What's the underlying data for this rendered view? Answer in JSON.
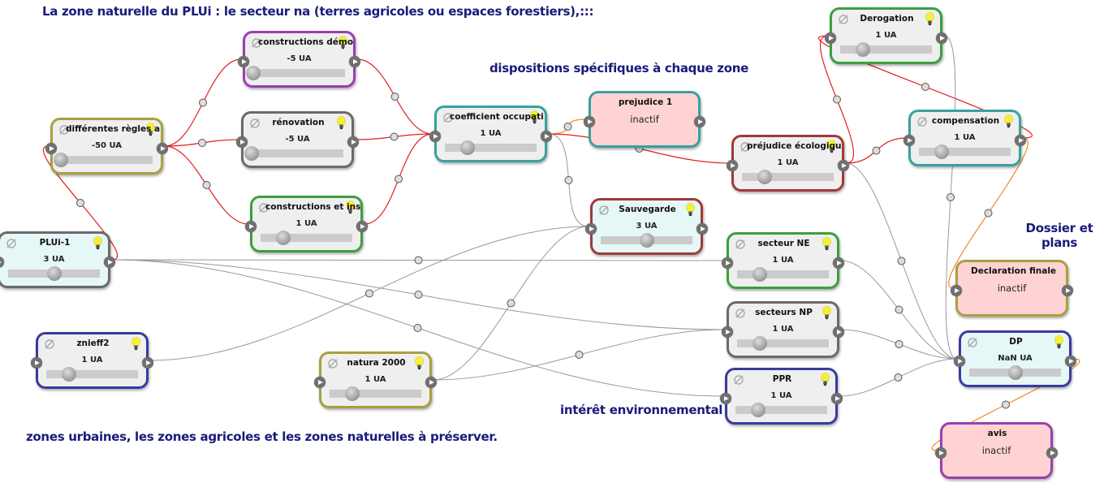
{
  "labels": {
    "top_title": "La zone naturelle du PLUi : le secteur na (terres agricoles ou espaces forestiers),:::",
    "dispositions": "dispositions spécifiques à chaque zone",
    "dossier_line1": "Dossier et",
    "dossier_line2": "plans",
    "interet": "intérêt environnemental",
    "zones": "zones urbaines, les zones agricoles et les zones naturelles à préserver."
  },
  "colors": {
    "label_text": "#1a1a7a",
    "wire_red": "#e02020",
    "wire_gray": "#999999",
    "wire_orange": "#f08a20",
    "inactive_bg": "#ffd3d3",
    "light_bg": "#e6f7f7"
  },
  "nodes": [
    {
      "id": "constructions-demont",
      "title": "constructions démont",
      "value": "-5 UA",
      "slider": 0.0,
      "border": "#9b3fb0",
      "status": "active",
      "bg": "gray"
    },
    {
      "id": "differentes-regles",
      "title": "différentes règles a",
      "value": "-50 UA",
      "slider": 0.0,
      "border": "#a8a040",
      "status": "active",
      "bg": "gray"
    },
    {
      "id": "renovation",
      "title": "rénovation",
      "value": "-5 UA",
      "slider": 0.0,
      "border": "#6a6a6a",
      "status": "active",
      "bg": "gray"
    },
    {
      "id": "constructions-ins",
      "title": "constructions et ins",
      "value": "1 UA",
      "slider": 0.25,
      "border": "#3aa040",
      "status": "active",
      "bg": "gray"
    },
    {
      "id": "plui-1",
      "title": "PLUi-1",
      "value": "3 UA",
      "slider": 0.5,
      "border": "#6a6a6a",
      "status": "active",
      "bg": "light"
    },
    {
      "id": "coefficient",
      "title": "coefficient occupati",
      "value": "1 UA",
      "slider": 0.25,
      "border": "#3aa0a0",
      "status": "active",
      "bg": "gray"
    },
    {
      "id": "prejudice-1",
      "title": "prejudice 1",
      "value": "inactif",
      "border": "#3aa0a0",
      "status": "inactive",
      "bg": "pink"
    },
    {
      "id": "sauvegarde",
      "title": "Sauvegarde",
      "value": "3 UA",
      "slider": 0.5,
      "border": "#a03a3a",
      "status": "active",
      "bg": "light"
    },
    {
      "id": "prejudice-eco",
      "title": "préjudice écologiqu",
      "value": "1 UA",
      "slider": 0.25,
      "border": "#a03a3a",
      "status": "active",
      "bg": "gray"
    },
    {
      "id": "derogation",
      "title": "Derogation",
      "value": "1 UA",
      "slider": 0.25,
      "border": "#3aa040",
      "status": "active",
      "bg": "gray"
    },
    {
      "id": "compensation",
      "title": "compensation",
      "value": "1 UA",
      "slider": 0.25,
      "border": "#3aa0a0",
      "status": "active",
      "bg": "gray"
    },
    {
      "id": "secteur-ne",
      "title": "secteur NE",
      "value": "1 UA",
      "slider": 0.25,
      "border": "#3aa040",
      "status": "active",
      "bg": "gray"
    },
    {
      "id": "secteurs-np",
      "title": "secteurs NP",
      "value": "1 UA",
      "slider": 0.25,
      "border": "#6a6a6a",
      "status": "active",
      "bg": "gray"
    },
    {
      "id": "ppr",
      "title": "PPR",
      "value": "1 UA",
      "slider": 0.25,
      "border": "#3a3aa0",
      "status": "active",
      "bg": "gray"
    },
    {
      "id": "znieff2",
      "title": "znieff2",
      "value": "1 UA",
      "slider": 0.25,
      "border": "#3a3aa0",
      "status": "active",
      "bg": "gray"
    },
    {
      "id": "natura-2000",
      "title": "natura 2000",
      "value": "1 UA",
      "slider": 0.25,
      "border": "#a8a040",
      "status": "active",
      "bg": "gray"
    },
    {
      "id": "declaration-finale",
      "title": "Declaration finale",
      "value": "inactif",
      "border": "#a8a040",
      "status": "inactive",
      "bg": "pink"
    },
    {
      "id": "dp",
      "title": "DP",
      "value": "NaN UA",
      "slider": 0.5,
      "border": "#3a3aa0",
      "status": "active",
      "bg": "light"
    },
    {
      "id": "avis",
      "title": "avis",
      "value": "inactif",
      "border": "#9b3fb0",
      "status": "inactive",
      "bg": "pink"
    }
  ],
  "links": [
    {
      "from": "differentes-regles",
      "to": "constructions-demont",
      "color": "red"
    },
    {
      "from": "differentes-regles",
      "to": "renovation",
      "color": "red"
    },
    {
      "from": "differentes-regles",
      "to": "constructions-ins",
      "color": "red"
    },
    {
      "from": "plui-1",
      "to": "differentes-regles",
      "color": "red"
    },
    {
      "from": "constructions-demont",
      "to": "coefficient",
      "color": "red"
    },
    {
      "from": "renovation",
      "to": "coefficient",
      "color": "red"
    },
    {
      "from": "constructions-ins",
      "to": "coefficient",
      "color": "red"
    },
    {
      "from": "coefficient",
      "to": "prejudice-1",
      "color": "orange"
    },
    {
      "from": "coefficient",
      "to": "prejudice-eco",
      "color": "red"
    },
    {
      "from": "coefficient",
      "to": "sauvegarde",
      "color": "gray"
    },
    {
      "from": "prejudice-eco",
      "to": "derogation",
      "color": "red"
    },
    {
      "from": "prejudice-eco",
      "to": "compensation",
      "color": "red"
    },
    {
      "from": "compensation",
      "to": "derogation",
      "color": "red"
    },
    {
      "from": "derogation",
      "to": "dp",
      "color": "gray"
    },
    {
      "from": "compensation",
      "to": "declaration-finale",
      "color": "orange"
    },
    {
      "from": "prejudice-eco",
      "to": "dp",
      "color": "gray"
    },
    {
      "from": "plui-1",
      "to": "secteur-ne",
      "color": "gray"
    },
    {
      "from": "plui-1",
      "to": "secteurs-np",
      "color": "gray"
    },
    {
      "from": "plui-1",
      "to": "ppr",
      "color": "gray"
    },
    {
      "from": "znieff2",
      "to": "sauvegarde",
      "color": "gray"
    },
    {
      "from": "natura-2000",
      "to": "sauvegarde",
      "color": "gray"
    },
    {
      "from": "natura-2000",
      "to": "secteurs-np",
      "color": "gray"
    },
    {
      "from": "secteur-ne",
      "to": "dp",
      "color": "gray"
    },
    {
      "from": "secteurs-np",
      "to": "dp",
      "color": "gray"
    },
    {
      "from": "ppr",
      "to": "dp",
      "color": "gray"
    },
    {
      "from": "dp",
      "to": "avis",
      "color": "orange"
    }
  ]
}
